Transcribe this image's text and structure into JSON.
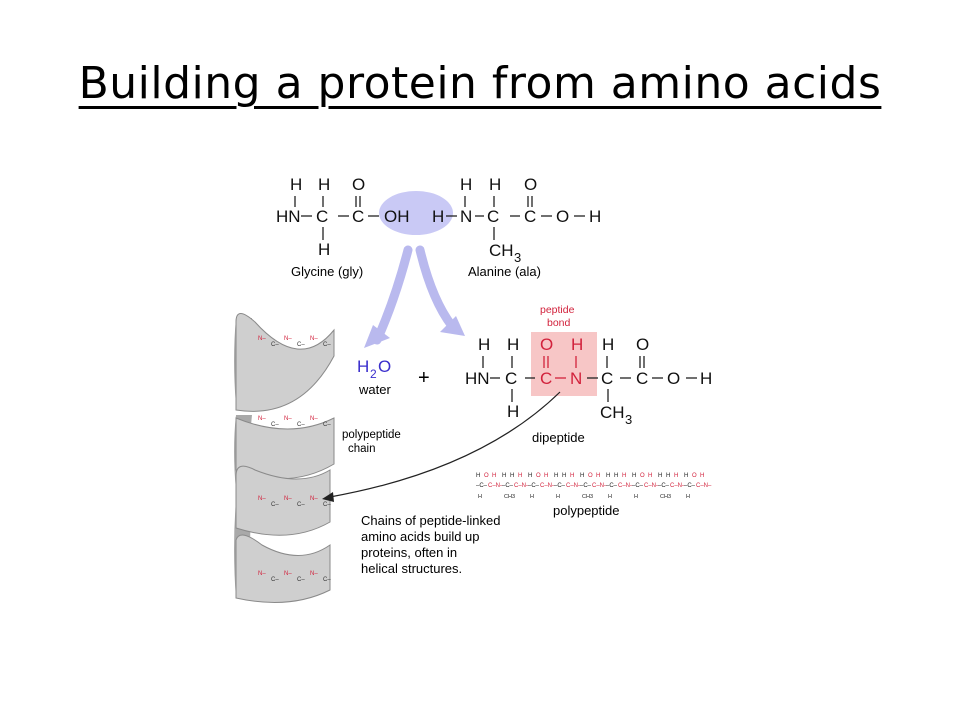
{
  "slide": {
    "title": "Building a protein from amino acids"
  },
  "diagram": {
    "glycine_label": "Glycine (gly)",
    "alanine_label": "Alanine (ala)",
    "water_label": "water",
    "plus_sign": "+",
    "dipeptide_label": "dipeptide",
    "peptide_bond_label_line1": "peptide",
    "peptide_bond_label_line2": "bond",
    "polypeptide_label": "polypeptide",
    "polypeptide_chain_line1": "polypeptide",
    "polypeptide_chain_line2": "chain",
    "caption_lines": [
      "Chains of peptide-linked",
      "amino acids build up",
      "proteins, often in",
      "helical structures."
    ],
    "colors": {
      "accent_red": "#d2223c",
      "highlight_pink": "#f7c6c6",
      "oval_blue": "#c9c9f5",
      "arrow_blue": "#b9b9ee",
      "ribbon_gray": "#cfcfcf",
      "water_blue": "#3a2ecc"
    }
  }
}
